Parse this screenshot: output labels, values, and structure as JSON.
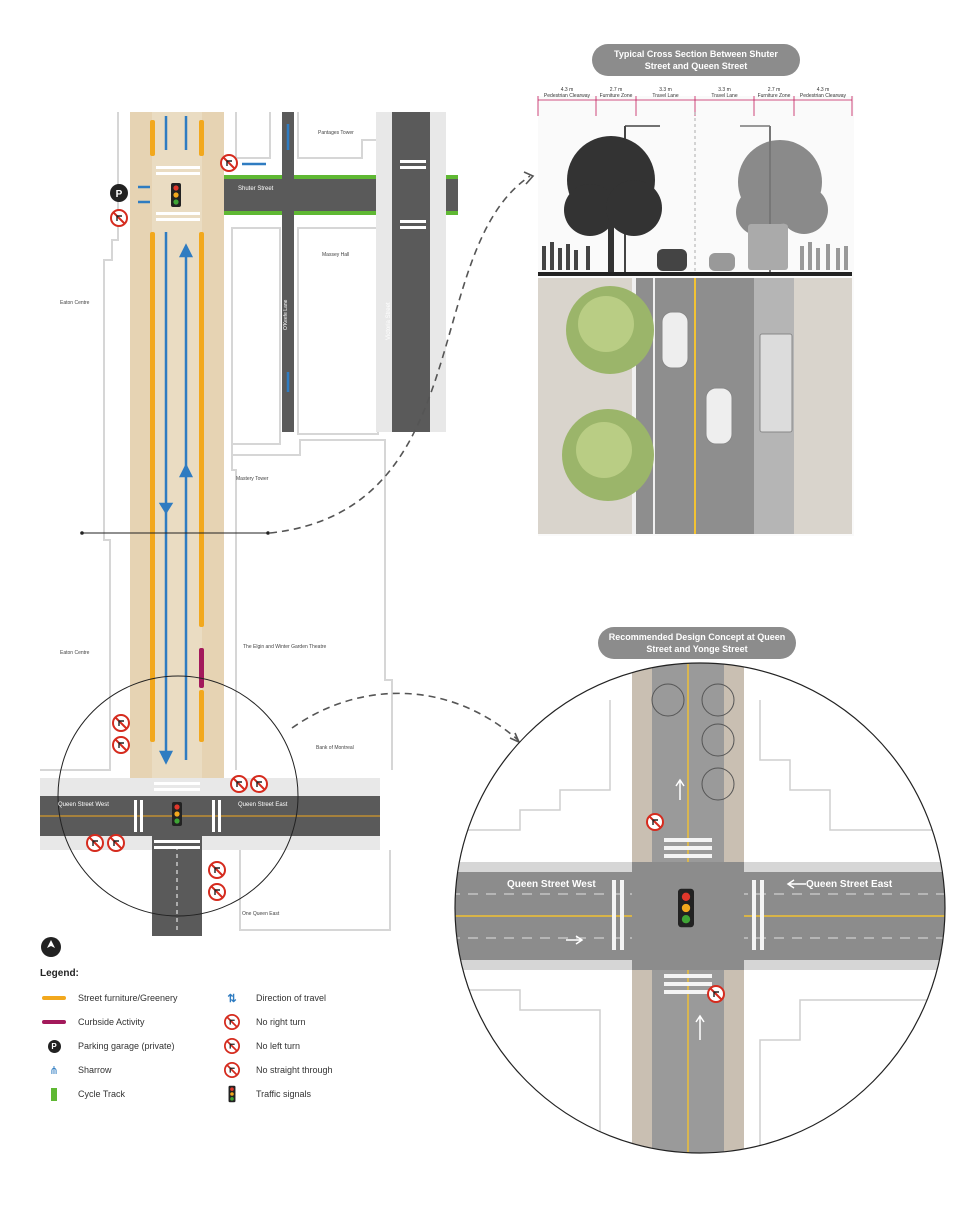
{
  "cross_section": {
    "title": "Typical Cross Section Between Shuter Street and Queen Street",
    "zones": [
      {
        "width": "4.3 m",
        "name": "Pedestrian Clearway"
      },
      {
        "width": "2.7 m",
        "name": "Furniture Zone"
      },
      {
        "width": "3.3 m",
        "name": "Travel Lane"
      },
      {
        "width": "3.3 m",
        "name": "Travel Lane"
      },
      {
        "width": "2.7 m",
        "name": "Furniture Zone"
      },
      {
        "width": "4.3 m",
        "name": "Pedestrian Clearway"
      }
    ]
  },
  "concept": {
    "title": "Recommended Design Concept at Queen Street and Yonge Street",
    "labels": {
      "west": "Queen Street West",
      "east": "Queen Street East"
    }
  },
  "plan": {
    "streets": {
      "shuter": "Shuter Street",
      "queen_west": "Queen Street West",
      "queen_east": "Queen Street East",
      "victoria": "Victoria Street",
      "o_keefe": "O'Keefe Lane"
    },
    "buildings": {
      "pantages": "Pantages Tower",
      "massey": "Massey Hall",
      "eaton_1": "Eaton Centre",
      "eaton_2": "Eaton Centre",
      "mastery": "Mastery Tower",
      "elgin": "The Elgin and Winter Garden Theatre",
      "bank": "Bank of Montreal",
      "one_queen": "One Queen East"
    }
  },
  "legend": {
    "title": "Legend:",
    "items": [
      {
        "icon": "street-furniture-swatch",
        "label": "Street furniture/Greenery",
        "color": "#f2a81d"
      },
      {
        "icon": "curbside-activity-swatch",
        "label": "Curbside Activity",
        "color": "#a3195b"
      },
      {
        "icon": "parking-icon",
        "label": "Parking garage (private)"
      },
      {
        "icon": "sharrow-icon",
        "label": "Sharrow"
      },
      {
        "icon": "cycle-track-icon",
        "label": "Cycle Track"
      },
      {
        "icon": "direction-of-travel-icon",
        "label": "Direction of travel"
      },
      {
        "icon": "no-right-turn-icon",
        "label": "No right turn"
      },
      {
        "icon": "no-left-turn-icon",
        "label": "No left turn"
      },
      {
        "icon": "no-straight-through-icon",
        "label": "No straight through"
      },
      {
        "icon": "traffic-signal-icon",
        "label": "Traffic signals"
      }
    ]
  },
  "colors": {
    "asphalt": "#5a5a5a",
    "sidewalk": "#e6d3b3",
    "furniture": "#f2a81d",
    "travel_arrow": "#2f7cc1",
    "cycle_green": "#5fb833",
    "curbside": "#a3195b",
    "prohibit_red": "#d52b1e"
  }
}
